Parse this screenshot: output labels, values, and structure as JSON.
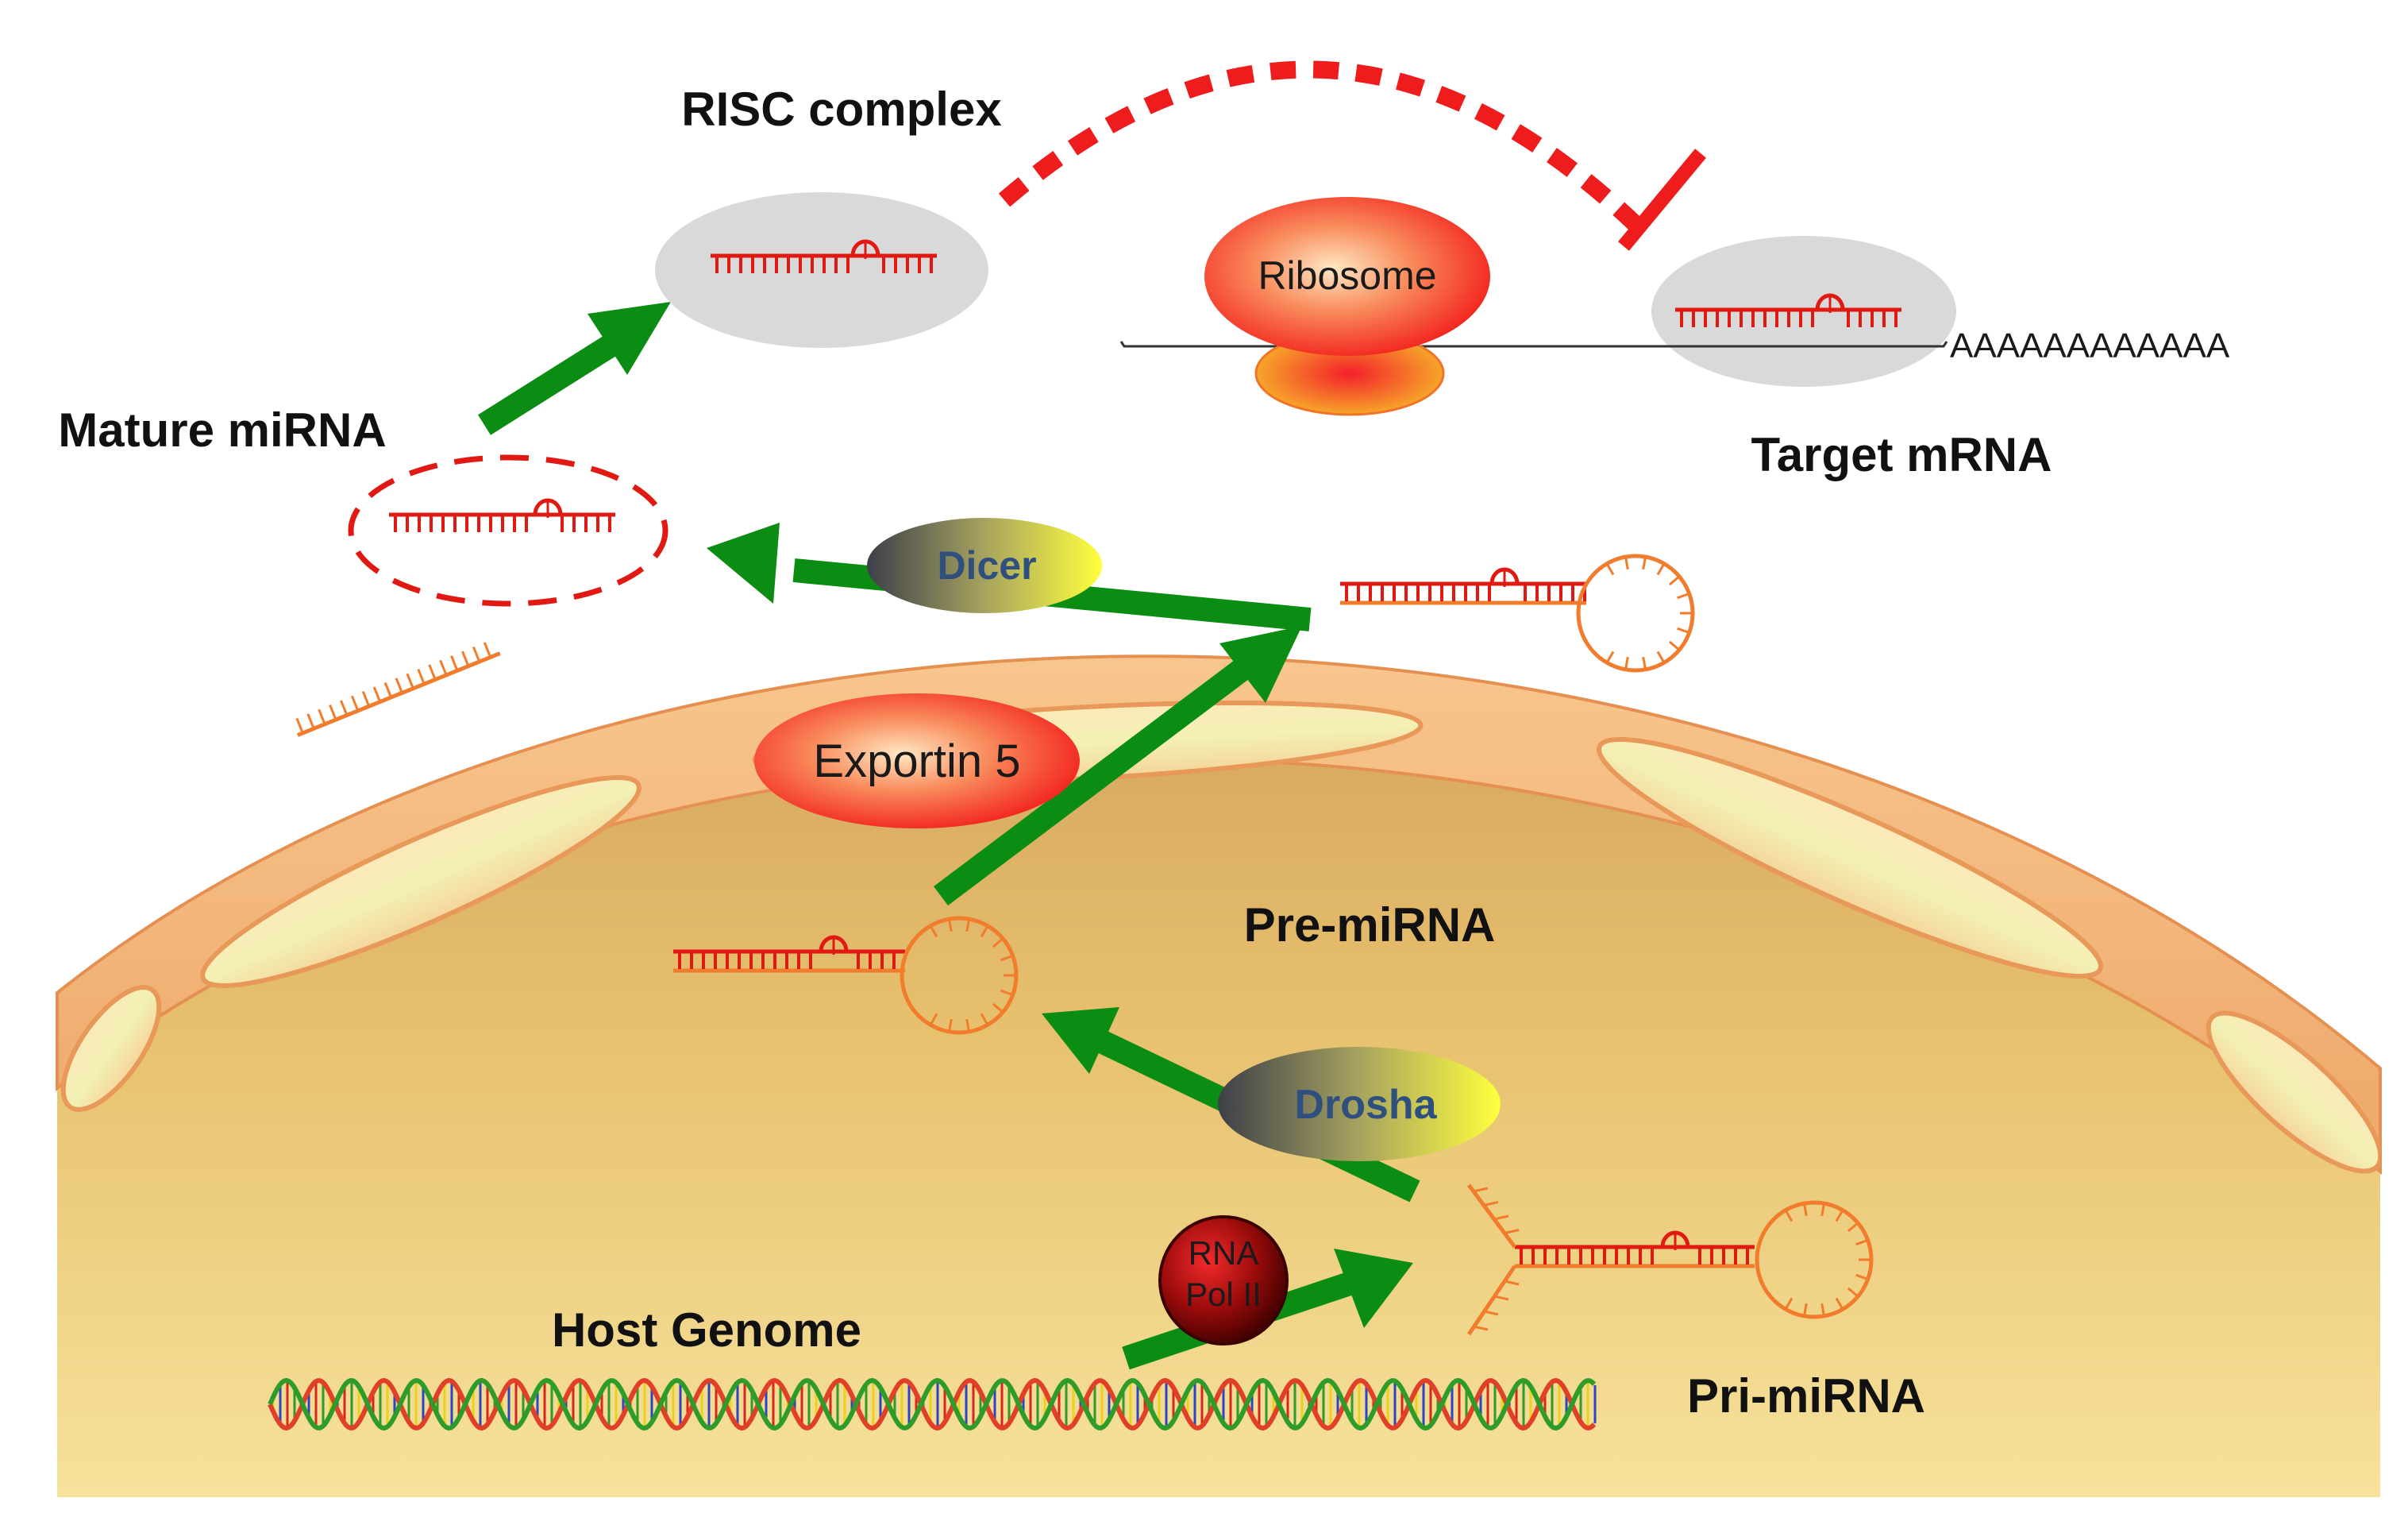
{
  "labels": {
    "risc_complex": "RISC complex",
    "ribosome": "Ribosome",
    "poly_a_tail": "AAAAAAAAAAAA",
    "target_mrna": "Target mRNA",
    "mature_mirna": "Mature miRNA",
    "dicer": "Dicer",
    "exportin5": "Exportin 5",
    "pre_mirna": "Pre-miRNA",
    "drosha": "Drosha",
    "rna_pol_line1": "RNA",
    "rna_pol_line2": "Pol II",
    "host_genome": "Host Genome",
    "pri_mirna": "Pri-miRNA"
  },
  "colors": {
    "arrow": "#0b8c12",
    "mirna_strand": "#e01a12",
    "precursor_strand": "#f07c2c",
    "inhibition": "#ee1c1c",
    "nucleus": "#e9c36f",
    "envelope": "#f3b77b",
    "complex": "#d9d9d9",
    "enzyme_text": "#2f4f7f",
    "pol_text": "#ffe600"
  }
}
